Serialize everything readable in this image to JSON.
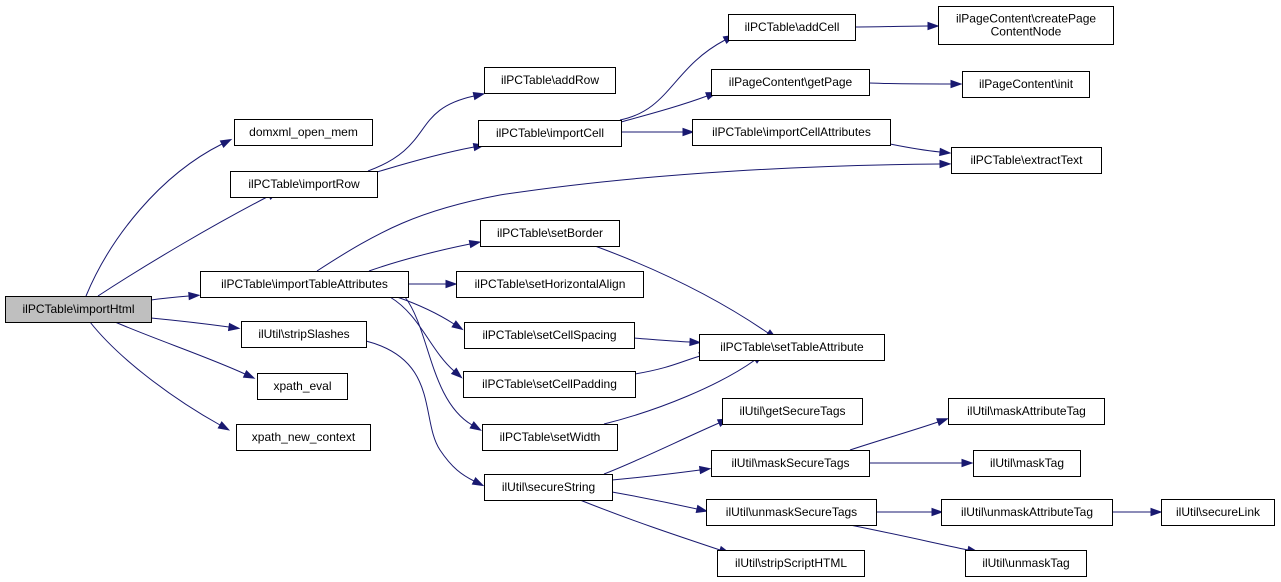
{
  "diagram": {
    "type": "call-graph",
    "colors": {
      "edge": "#191970",
      "root_fill": "#bfbfbf",
      "node_fill": "#ffffff",
      "border": "#000000"
    },
    "nodes": [
      {
        "id": "importHtml",
        "lines": [
          "ilPCTable\\importHtml"
        ],
        "root": true
      },
      {
        "id": "domxml_open_mem",
        "lines": [
          "domxml_open_mem"
        ]
      },
      {
        "id": "importRow",
        "lines": [
          "ilPCTable\\importRow"
        ]
      },
      {
        "id": "importTableAttributes",
        "lines": [
          "ilPCTable\\importTableAttributes"
        ]
      },
      {
        "id": "stripSlashes",
        "lines": [
          "ilUtil\\stripSlashes"
        ]
      },
      {
        "id": "xpath_eval",
        "lines": [
          "xpath_eval"
        ]
      },
      {
        "id": "xpath_new_context",
        "lines": [
          "xpath_new_context"
        ]
      },
      {
        "id": "addRow",
        "lines": [
          "ilPCTable\\addRow"
        ]
      },
      {
        "id": "importCell",
        "lines": [
          "ilPCTable\\importCell"
        ]
      },
      {
        "id": "setBorder",
        "lines": [
          "ilPCTable\\setBorder"
        ]
      },
      {
        "id": "setHorizontalAlign",
        "lines": [
          "ilPCTable\\setHorizontalAlign"
        ]
      },
      {
        "id": "setCellSpacing",
        "lines": [
          "ilPCTable\\setCellSpacing"
        ]
      },
      {
        "id": "setCellPadding",
        "lines": [
          "ilPCTable\\setCellPadding"
        ]
      },
      {
        "id": "setWidth",
        "lines": [
          "ilPCTable\\setWidth"
        ]
      },
      {
        "id": "secureString",
        "lines": [
          "ilUtil\\secureString"
        ]
      },
      {
        "id": "addCell",
        "lines": [
          "ilPCTable\\addCell"
        ]
      },
      {
        "id": "getPage",
        "lines": [
          "ilPageContent\\getPage"
        ]
      },
      {
        "id": "importCellAttributes",
        "lines": [
          "ilPCTable\\importCellAttributes"
        ]
      },
      {
        "id": "setTableAttribute",
        "lines": [
          "ilPCTable\\setTableAttribute"
        ]
      },
      {
        "id": "getSecureTags",
        "lines": [
          "ilUtil\\getSecureTags"
        ]
      },
      {
        "id": "maskSecureTags",
        "lines": [
          "ilUtil\\maskSecureTags"
        ]
      },
      {
        "id": "unmaskSecureTags",
        "lines": [
          "ilUtil\\unmaskSecureTags"
        ]
      },
      {
        "id": "stripScriptHTML",
        "lines": [
          "ilUtil\\stripScriptHTML"
        ]
      },
      {
        "id": "createPageContentNode",
        "lines": [
          "ilPageContent\\createPage",
          "ContentNode"
        ]
      },
      {
        "id": "init",
        "lines": [
          "ilPageContent\\init"
        ]
      },
      {
        "id": "extractText",
        "lines": [
          "ilPCTable\\extractText"
        ]
      },
      {
        "id": "maskAttributeTag",
        "lines": [
          "ilUtil\\maskAttributeTag"
        ]
      },
      {
        "id": "maskTag",
        "lines": [
          "ilUtil\\maskTag"
        ]
      },
      {
        "id": "unmaskAttributeTag",
        "lines": [
          "ilUtil\\unmaskAttributeTag"
        ]
      },
      {
        "id": "unmaskTag",
        "lines": [
          "ilUtil\\unmaskTag"
        ]
      },
      {
        "id": "secureLink",
        "lines": [
          "ilUtil\\secureLink"
        ]
      }
    ],
    "edges": [
      [
        "importHtml",
        "domxml_open_mem"
      ],
      [
        "importHtml",
        "importRow"
      ],
      [
        "importHtml",
        "importTableAttributes"
      ],
      [
        "importHtml",
        "stripSlashes"
      ],
      [
        "importHtml",
        "xpath_eval"
      ],
      [
        "importHtml",
        "xpath_new_context"
      ],
      [
        "importRow",
        "addRow"
      ],
      [
        "importRow",
        "importCell"
      ],
      [
        "importCell",
        "addCell"
      ],
      [
        "importCell",
        "getPage"
      ],
      [
        "importCell",
        "importCellAttributes"
      ],
      [
        "addCell",
        "createPageContentNode"
      ],
      [
        "getPage",
        "init"
      ],
      [
        "importCellAttributes",
        "extractText"
      ],
      [
        "importTableAttributes",
        "extractText"
      ],
      [
        "importTableAttributes",
        "setBorder"
      ],
      [
        "importTableAttributes",
        "setHorizontalAlign"
      ],
      [
        "importTableAttributes",
        "setCellSpacing"
      ],
      [
        "importTableAttributes",
        "setCellPadding"
      ],
      [
        "importTableAttributes",
        "setWidth"
      ],
      [
        "setBorder",
        "setTableAttribute"
      ],
      [
        "setCellSpacing",
        "setTableAttribute"
      ],
      [
        "setCellPadding",
        "setTableAttribute"
      ],
      [
        "setWidth",
        "setTableAttribute"
      ],
      [
        "stripSlashes",
        "secureString"
      ],
      [
        "secureString",
        "getSecureTags"
      ],
      [
        "secureString",
        "maskSecureTags"
      ],
      [
        "secureString",
        "unmaskSecureTags"
      ],
      [
        "secureString",
        "stripScriptHTML"
      ],
      [
        "maskSecureTags",
        "maskAttributeTag"
      ],
      [
        "maskSecureTags",
        "maskTag"
      ],
      [
        "unmaskSecureTags",
        "unmaskAttributeTag"
      ],
      [
        "unmaskSecureTags",
        "unmaskTag"
      ],
      [
        "unmaskAttributeTag",
        "secureLink"
      ]
    ]
  }
}
